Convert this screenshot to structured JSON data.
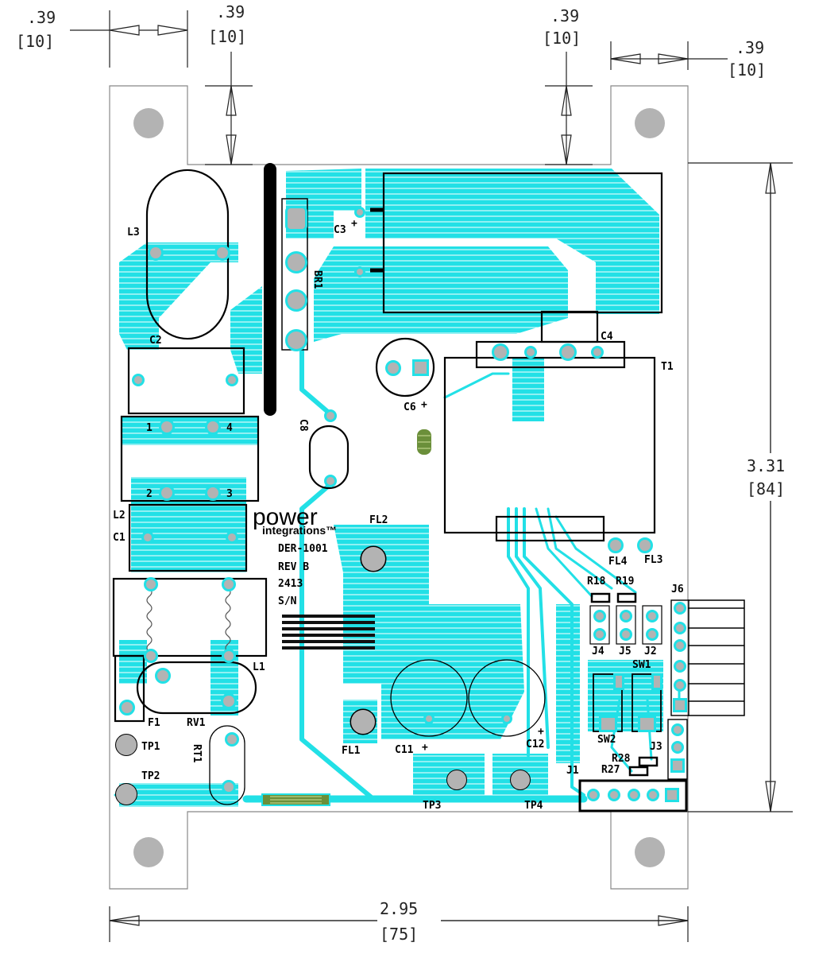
{
  "dimensions": {
    "top_left_tab": {
      "in": ".39",
      "mm": "[10]"
    },
    "top_left_gap": {
      "in": ".39",
      "mm": "[10]"
    },
    "top_right_gap": {
      "in": ".39",
      "mm": "[10]"
    },
    "top_right_tab": {
      "in": ".39",
      "mm": "[10]"
    },
    "height": {
      "in": "3.31",
      "mm": "[84]"
    },
    "width": {
      "in": "2.95",
      "mm": "[75]"
    }
  },
  "logo": {
    "line1": "power",
    "line2": "integrations™"
  },
  "silkscreen": {
    "l1": "DER-1001",
    "l2": "REV B",
    "l3": "2413",
    "l4": "S/N"
  },
  "refdes": {
    "L3": "L3",
    "C2": "C2",
    "C3": "C3",
    "BR1": "BR1",
    "C4": "C4",
    "T1": "T1",
    "C6": "C6",
    "C8": "C8",
    "L2": "L2",
    "C1": "C1",
    "FL2": "FL2",
    "FL1": "FL1",
    "FL3": "FL3",
    "FL4": "FL4",
    "R18": "R18",
    "R19": "R19",
    "J6": "J6",
    "J4": "J4",
    "J5": "J5",
    "J2": "J2",
    "SW1": "SW1",
    "SW2": "SW2",
    "J3": "J3",
    "R28": "R28",
    "R27": "R27",
    "J1": "J1",
    "L1": "L1",
    "F1": "F1",
    "RV1": "RV1",
    "RT1": "RT1",
    "TP1": "TP1",
    "TP2": "TP2",
    "TP3": "TP3",
    "TP4": "TP4",
    "C11": "C11",
    "C12": "C12"
  },
  "pin_labels": {
    "p1": "1",
    "p2": "2",
    "p3": "3",
    "p4": "4"
  },
  "polarity": {
    "plus": "+"
  },
  "colors": {
    "copper": "#22e0e6",
    "pad": "#b3b3b3",
    "outline": "#000000",
    "board": "#ffffff"
  }
}
